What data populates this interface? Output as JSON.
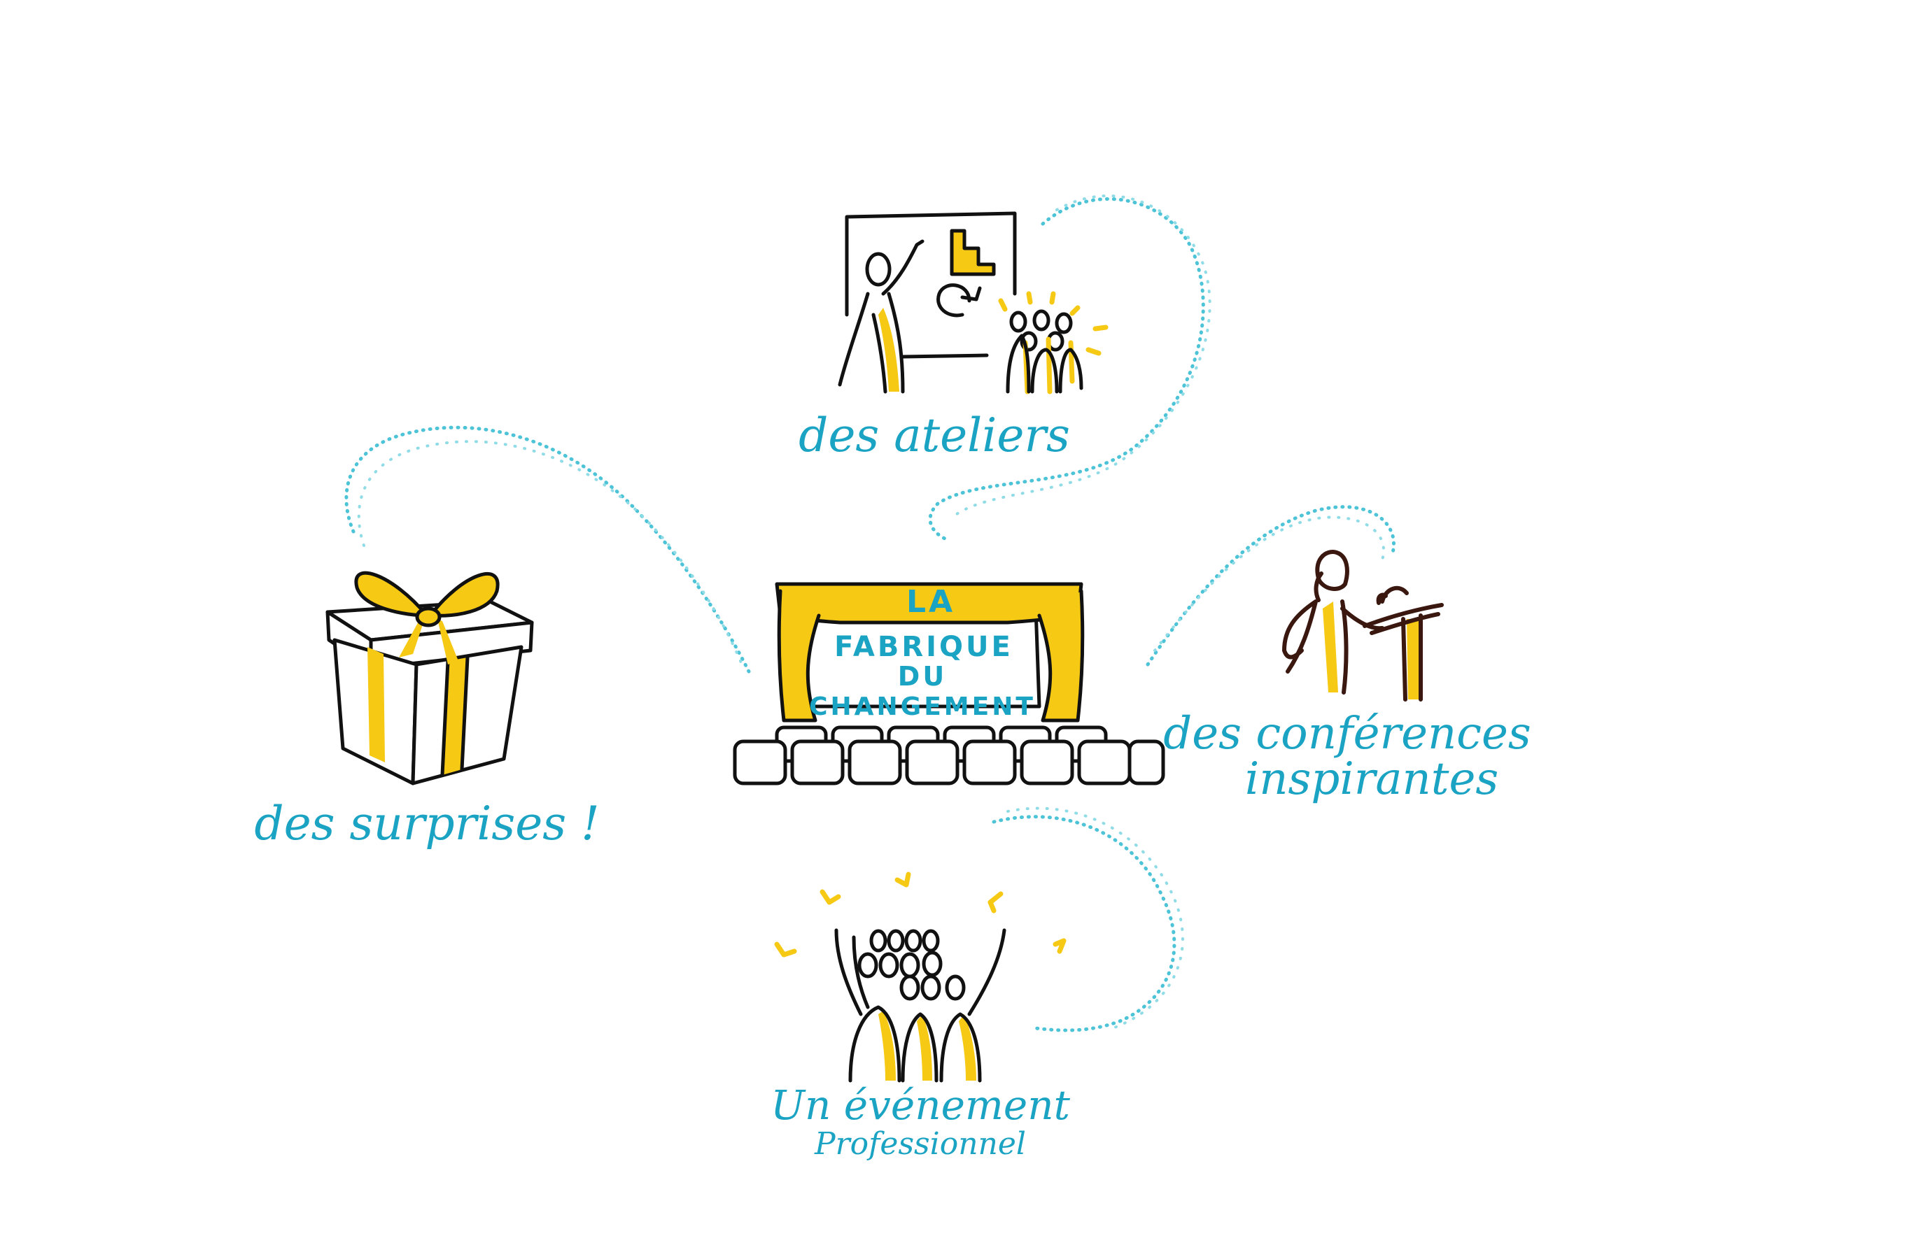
{
  "center": {
    "line1": "LA",
    "line2": "FABRIQUE",
    "line3": "DU",
    "line4": "CHANGEMENT"
  },
  "labels": {
    "ateliers": "des ateliers",
    "surprises": "des surprises !",
    "conferences_line1": "des conférences",
    "conferences_line2": "inspirantes",
    "evenement_line1": "Un événement",
    "evenement_line2": "Professionnel"
  },
  "colors": {
    "accent_yellow": "#f6c915",
    "text_teal": "#1aa3c2",
    "ink": "#111111",
    "speaker_brown": "#3a1810",
    "dot_trail": "#4cc3d6"
  }
}
